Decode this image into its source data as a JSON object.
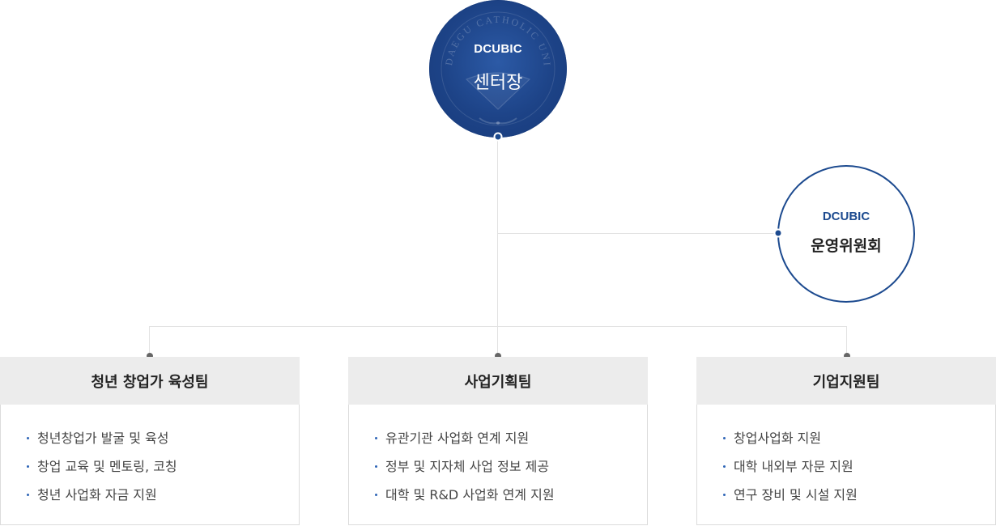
{
  "director": {
    "brand": "DCUBIC",
    "role": "센터장",
    "seal_text": "DAEGU CATHOLIC UNIVERSITY"
  },
  "committee": {
    "brand": "DCUBIC",
    "role": "운영위원회"
  },
  "teams": [
    {
      "title": "청년 창업가 육성팀",
      "items": [
        "청년창업가 발굴 및 육성",
        "창업 교육 및 멘토링, 코칭",
        "청년 사업화 자금 지원"
      ]
    },
    {
      "title": "사업기획팀",
      "items": [
        "유관기관 사업화 연계 지원",
        "정부 및 지자체 사업 정보 제공",
        "대학 및 R&D 사업화 연계 지원"
      ]
    },
    {
      "title": "기업지원팀",
      "items": [
        "창업사업화 지원",
        "대학 내외부 자문 지원",
        "연구 장비 및 시설 지원"
      ]
    }
  ],
  "colors": {
    "primary_blue": "#1c4a8f",
    "header_bg": "#ececec",
    "line": "#e2e2e2"
  }
}
